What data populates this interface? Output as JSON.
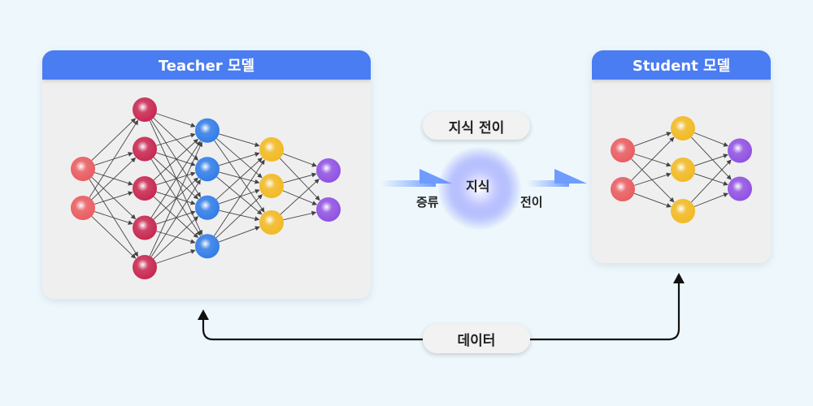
{
  "teacher": {
    "title": "Teacher 모델",
    "layers": [
      2,
      5,
      4,
      3,
      2
    ]
  },
  "student": {
    "title": "Student 모델",
    "layers": [
      2,
      3,
      2
    ]
  },
  "transfer": {
    "pill_label": "지식 전이",
    "center_label": "지식",
    "left_label": "증류",
    "right_label": "전이"
  },
  "data_pill": {
    "label": "데이터"
  },
  "colors": {
    "header": "#4a7cf2",
    "node_red": "#ea5a5e",
    "node_crimson": "#c8244e",
    "node_blue": "#2f7be8",
    "node_yellow": "#f2b91f",
    "node_purple": "#8f4fe3",
    "edge": "#444444",
    "arrow": "#111111",
    "glow": "#6a76ff"
  }
}
